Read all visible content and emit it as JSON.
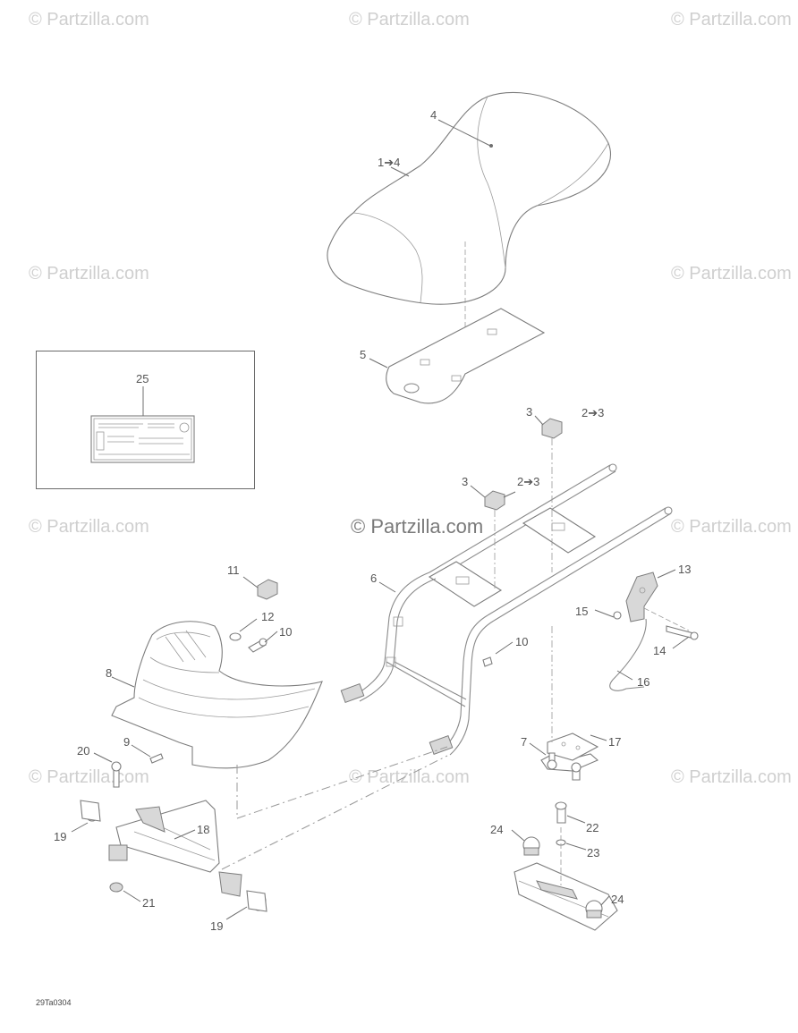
{
  "watermark": {
    "text": "© Partzilla.com"
  },
  "drawing_code": "29Ta0304",
  "callouts": [
    {
      "id": "c4a",
      "label": "4"
    },
    {
      "id": "c14",
      "label": "1➔4"
    },
    {
      "id": "c5",
      "label": "5"
    },
    {
      "id": "c25",
      "label": "25"
    },
    {
      "id": "c3a",
      "label": "3"
    },
    {
      "id": "c23a",
      "label": "2➔3"
    },
    {
      "id": "c3b",
      "label": "3"
    },
    {
      "id": "c23b",
      "label": "2➔3"
    },
    {
      "id": "c6",
      "label": "6"
    },
    {
      "id": "c11",
      "label": "11"
    },
    {
      "id": "c12",
      "label": "12"
    },
    {
      "id": "c10a",
      "label": "10"
    },
    {
      "id": "c10b",
      "label": "10"
    },
    {
      "id": "c13",
      "label": "13"
    },
    {
      "id": "c15",
      "label": "15"
    },
    {
      "id": "c14b",
      "label": "14"
    },
    {
      "id": "c16",
      "label": "16"
    },
    {
      "id": "c8",
      "label": "8"
    },
    {
      "id": "c9",
      "label": "9"
    },
    {
      "id": "c17",
      "label": "17"
    },
    {
      "id": "c7",
      "label": "7"
    },
    {
      "id": "c20",
      "label": "20"
    },
    {
      "id": "c18",
      "label": "18"
    },
    {
      "id": "c19a",
      "label": "19"
    },
    {
      "id": "c21",
      "label": "21"
    },
    {
      "id": "c19b",
      "label": "19"
    },
    {
      "id": "c22",
      "label": "22"
    },
    {
      "id": "c24a",
      "label": "24"
    },
    {
      "id": "c23",
      "label": "23"
    },
    {
      "id": "c24b",
      "label": "24"
    }
  ]
}
